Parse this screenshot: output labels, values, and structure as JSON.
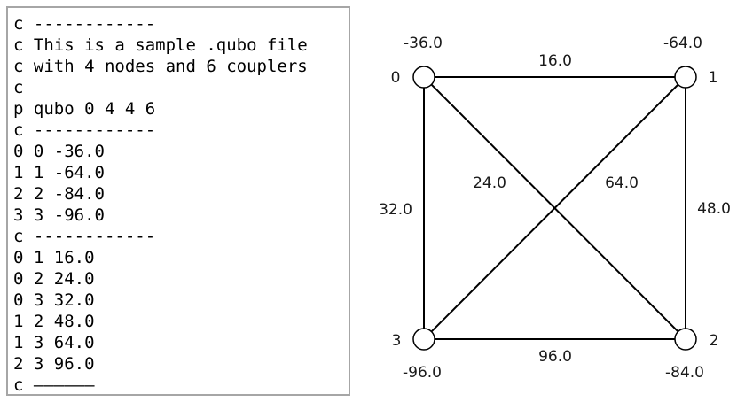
{
  "qubo_file": {
    "lines": [
      "c ------------",
      "c This is a sample .qubo file",
      "c with 4 nodes and 6 couplers",
      "c",
      "p qubo 0 4 4 6",
      "c ------------",
      "0 0 -36.0",
      "1 1 -64.0",
      "2 2 -84.0",
      "3 3 -96.0",
      "c ------------",
      "0 1 16.0",
      "0 2 24.0",
      "0 3 32.0",
      "1 2 48.0",
      "1 3 64.0",
      "2 3 96.0",
      "c ——————"
    ]
  },
  "graph": {
    "nodes": [
      {
        "id": "0",
        "weight": "-36.0"
      },
      {
        "id": "1",
        "weight": "-64.0"
      },
      {
        "id": "2",
        "weight": "-84.0"
      },
      {
        "id": "3",
        "weight": "-96.0"
      }
    ],
    "edges": [
      {
        "from": "0",
        "to": "1",
        "weight": "16.0"
      },
      {
        "from": "0",
        "to": "2",
        "weight": "24.0"
      },
      {
        "from": "0",
        "to": "3",
        "weight": "32.0"
      },
      {
        "from": "1",
        "to": "2",
        "weight": "48.0"
      },
      {
        "from": "1",
        "to": "3",
        "weight": "64.0"
      },
      {
        "from": "2",
        "to": "3",
        "weight": "96.0"
      }
    ]
  }
}
